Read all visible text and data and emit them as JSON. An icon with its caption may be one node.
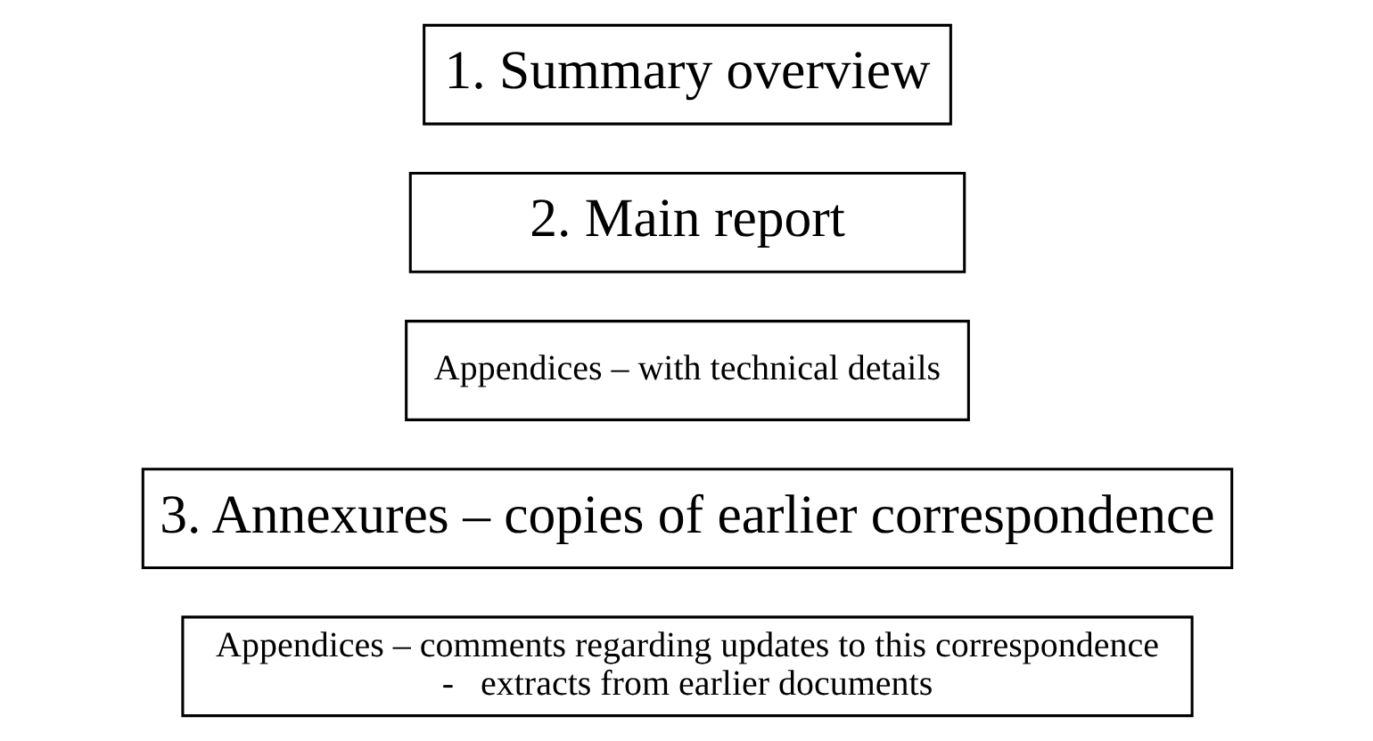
{
  "diagram": {
    "nodes": [
      {
        "text": [
          "1. Summary overview"
        ]
      },
      {
        "text": [
          "2. Main report"
        ]
      },
      {
        "text": [
          "Appendices – with technical details"
        ]
      },
      {
        "text": [
          "3. Annexures – copies of earlier correspondence"
        ]
      },
      {
        "text": [
          "Appendices – comments regarding updates to this correspondence",
          "-   extracts from earlier documents"
        ]
      }
    ]
  }
}
